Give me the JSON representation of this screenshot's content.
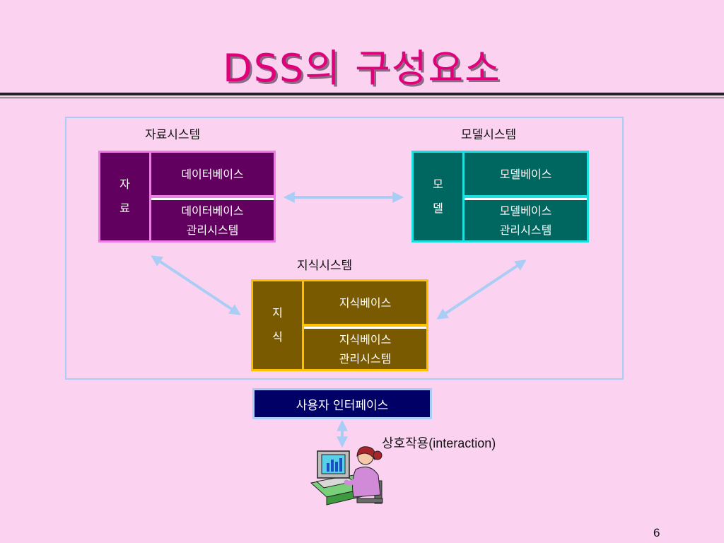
{
  "slide": {
    "title": "DSS의 구성요소",
    "page_number": "6"
  },
  "data_system": {
    "label": "자료시스템",
    "side_chars": [
      "자",
      "료"
    ],
    "base": "데이터베이스",
    "mgmt_line1": "데이터베이스",
    "mgmt_line2": "관리시스템"
  },
  "model_system": {
    "label": "모델시스템",
    "side_chars": [
      "모",
      "델"
    ],
    "base": "모델베이스",
    "mgmt_line1": "모델베이스",
    "mgmt_line2": "관리시스템"
  },
  "knowledge_system": {
    "label": "지식시스템",
    "side_chars": [
      "지",
      "식"
    ],
    "base": "지식베이스",
    "mgmt_line1": "지식베이스",
    "mgmt_line2": "관리시스템"
  },
  "user_interface": {
    "label": "사용자 인터페이스"
  },
  "interaction_label": "상호작용(interaction)",
  "colors": {
    "background": "#fbd3f1",
    "title": "#e0007a",
    "data_box": "#62005f",
    "model_box": "#006660",
    "knowledge_box": "#7a5a00",
    "ui_box": "#000066",
    "arrow": "#a9cdf5"
  }
}
